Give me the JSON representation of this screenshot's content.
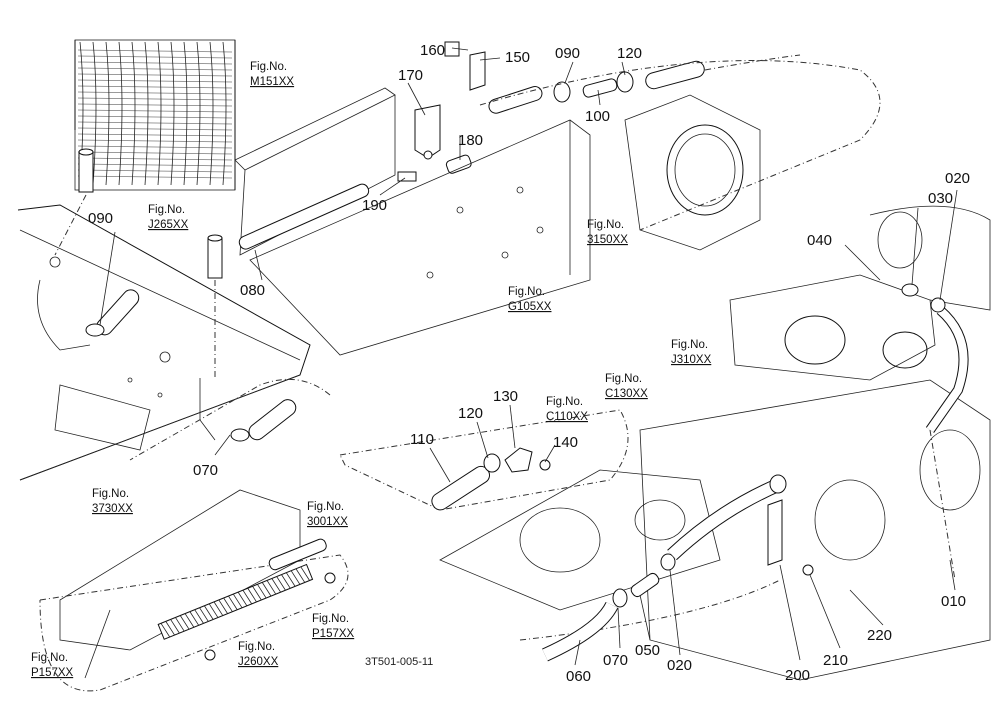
{
  "part_numbers": {
    "p010": "010",
    "p020a": "020",
    "p020b": "020",
    "p030": "030",
    "p040": "040",
    "p050": "050",
    "p060": "060",
    "p070a": "070",
    "p070b": "070",
    "p080": "080",
    "p090a": "090",
    "p090b": "090",
    "p100": "100",
    "p110": "110",
    "p120a": "120",
    "p120b": "120",
    "p130": "130",
    "p140": "140",
    "p150": "150",
    "p160": "160",
    "p170": "170",
    "p180": "180",
    "p190": "190",
    "p200": "200",
    "p210": "210",
    "p220": "220"
  },
  "figure_refs": {
    "fig_label": "Fig.No.",
    "m151": "M151XX",
    "j265": "J265XX",
    "p3150": "3150XX",
    "g105": "G105XX",
    "j310": "J310XX",
    "c110": "C110XX",
    "c130": "C130XX",
    "p3730": "3730XX",
    "p3001": "3001XX",
    "p157a": "P157XX",
    "j260": "J260XX",
    "p157b": "P157XX"
  },
  "doc_id": "3T501-005-11"
}
